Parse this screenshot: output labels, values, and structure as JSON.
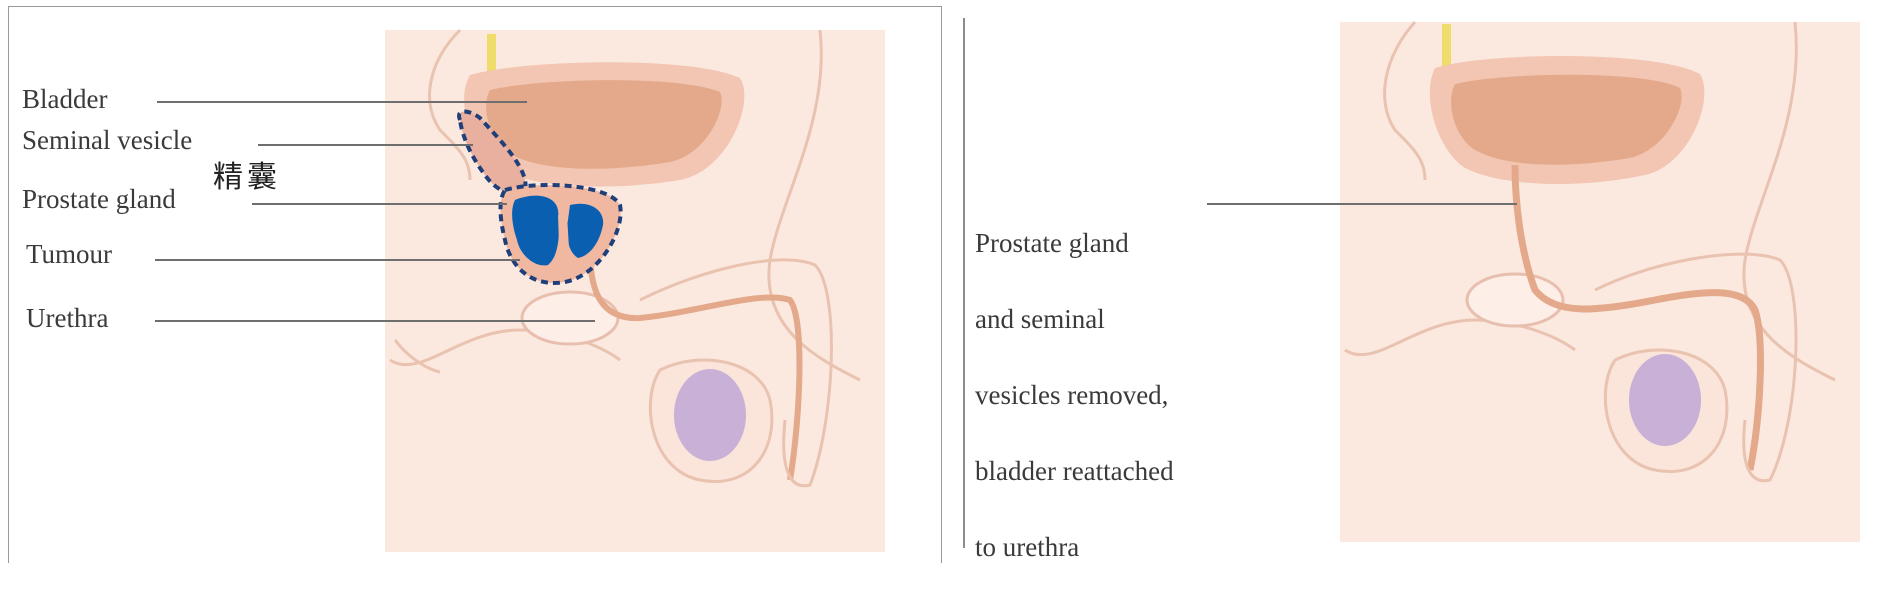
{
  "left_panel": {
    "labels": {
      "bladder": "Bladder",
      "seminal_vesicle": "Seminal vesicle",
      "seminal_vesicle_cn": "精囊",
      "prostate_gland": "Prostate gland",
      "tumour": "Tumour",
      "urethra": "Urethra"
    }
  },
  "right_panel": {
    "note_lines": [
      "Prostate gland",
      "and seminal",
      "vesicles removed,",
      "bladder reattached",
      "to urethra"
    ]
  },
  "colors": {
    "skin": "#fbe6dc",
    "tissue_outline": "#e9b8a4",
    "bladder": "#e3a98a",
    "bladder_wall": "#f2c6b2",
    "tumour": "#0b5fb0",
    "dashed_outline": "#1f3f7a",
    "testis": "#c8b0d6",
    "ureter": "#f0dc6a",
    "leader": "#6e6e6e"
  }
}
